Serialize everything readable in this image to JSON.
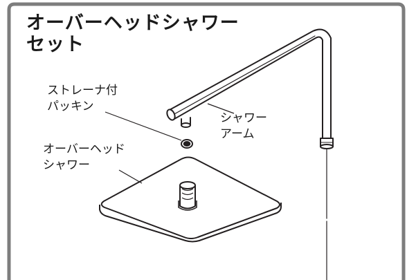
{
  "title": {
    "line1": "オーバーヘッドシャワー",
    "line2": "セット"
  },
  "labels": {
    "strainer_packing": {
      "line1": "ストレーナ付",
      "line2": "パッキン"
    },
    "shower_arm": {
      "line1": "シャワー",
      "line2": "アーム"
    },
    "overhead_shower": {
      "line1": "オーバーヘッド",
      "line2": "シャワー"
    }
  },
  "colors": {
    "frame": "#7d7d7d",
    "line": "#231f20",
    "text": "#1a1a1a"
  }
}
